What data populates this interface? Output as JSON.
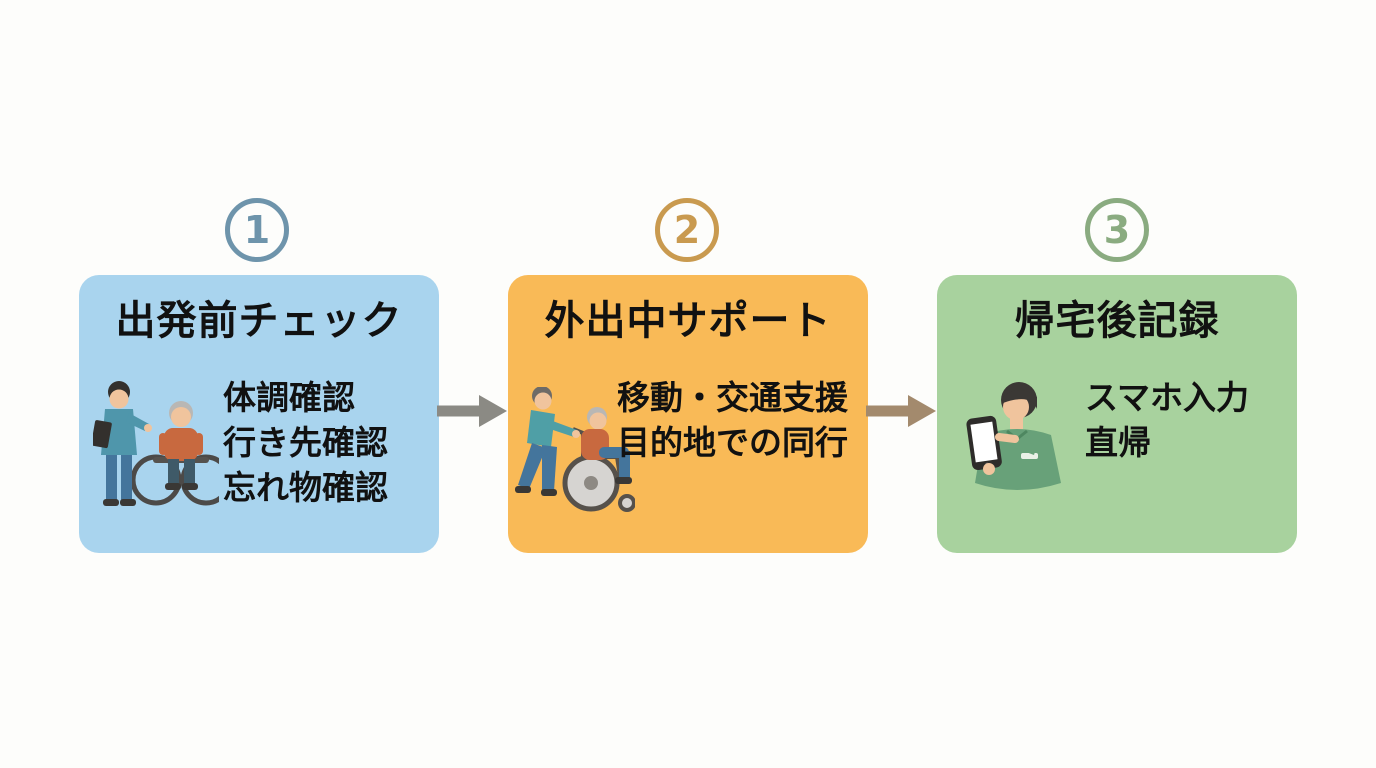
{
  "canvas": {
    "background": "#fdfdfb",
    "text_color": "#111111"
  },
  "steps": [
    {
      "number": "1",
      "title": "出発前チェック",
      "items": [
        "体調確認",
        "行き先確認",
        "忘れ物確認"
      ],
      "box_color": "#a9d4ee",
      "circle_color": "#6e94ab",
      "illustration": "caregiver-with-clipboard-and-wheelchair-user"
    },
    {
      "number": "2",
      "title": "外出中サポート",
      "items": [
        "移動・交通支援",
        "目的地での同行"
      ],
      "box_color": "#f9ba57",
      "circle_color": "#c99a4f",
      "illustration": "caregiver-pushing-wheelchair"
    },
    {
      "number": "3",
      "title": "帰宅後記録",
      "items": [
        "スマホ入力",
        "直帰"
      ],
      "box_color": "#a8d29e",
      "circle_color": "#8aab80",
      "illustration": "staff-entering-record-on-smartphone"
    }
  ],
  "arrows": [
    {
      "color": "#8b8a84"
    },
    {
      "color": "#a38a6d"
    }
  ]
}
